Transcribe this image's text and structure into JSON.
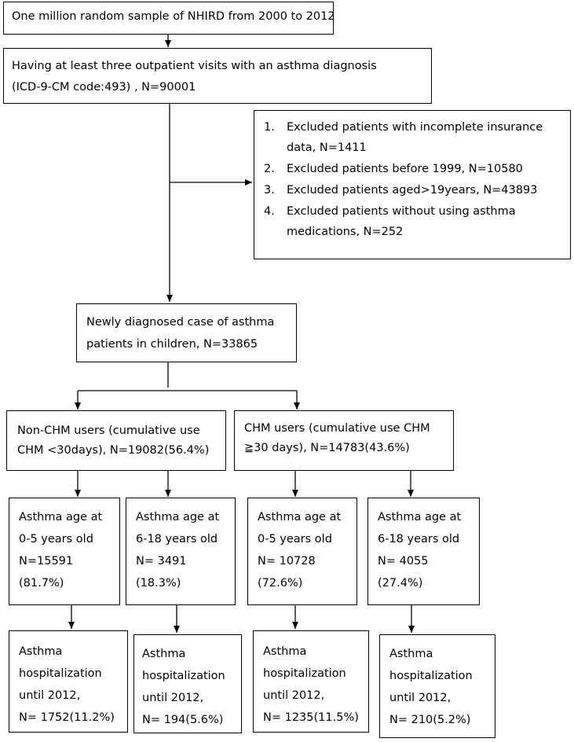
{
  "boxes": {
    "sample": {
      "lines": [
        "One million random sample of NHIRD from 2000 to 2012"
      ]
    },
    "asthma_dx": {
      "lines": [
        "Having at least three outpatient visits with an asthma diagnosis",
        "(ICD-9-CM code:493) , N=90001"
      ]
    },
    "exclusions": {
      "items": [
        {
          "num": "1.",
          "lines": [
            "Excluded patients with incomplete insurance",
            "data, N=1411"
          ]
        },
        {
          "num": "2.",
          "lines": [
            "Excluded patients before 1999, N=10580"
          ]
        },
        {
          "num": "3.",
          "lines": [
            "Excluded patients aged>19years, N=43893"
          ]
        },
        {
          "num": "4.",
          "lines": [
            "Excluded patients without using asthma",
            "medications, N=252"
          ]
        }
      ]
    },
    "new_cases": {
      "lines": [
        "Newly diagnosed case of asthma",
        "patients in children, N=33865"
      ]
    },
    "non_chm": {
      "lines": [
        "Non-CHM users (cumulative use",
        "CHM <30days), N=19082(56.4%)"
      ]
    },
    "chm": {
      "lines": [
        "CHM users (cumulative use CHM",
        "≧30 days), N=14783(43.6%)"
      ]
    },
    "age_a": {
      "lines": [
        "Asthma age at",
        "0-5 years old",
        "N=15591",
        "(81.7%)"
      ]
    },
    "age_b": {
      "lines": [
        "Asthma age at",
        "6-18 years old",
        "N= 3491",
        "(18.3%)"
      ]
    },
    "age_c": {
      "lines": [
        "Asthma age at",
        "0-5 years old",
        "N= 10728",
        "(72.6%)"
      ]
    },
    "age_d": {
      "lines": [
        "Asthma age at",
        "6-18 years old",
        "N= 4055",
        "(27.4%)"
      ]
    },
    "hosp_a": {
      "lines": [
        "Asthma",
        "hospitalization",
        "until 2012,",
        "N= 1752(11.2%)"
      ]
    },
    "hosp_b": {
      "lines": [
        "Asthma",
        "hospitalization",
        "until 2012,",
        "N= 194(5.6%)"
      ]
    },
    "hosp_c": {
      "lines": [
        "Asthma",
        "hospitalization",
        "until 2012,",
        "N= 1235(11.5%)"
      ]
    },
    "hosp_d": {
      "lines": [
        "Asthma",
        "hospitalization",
        "until 2012,",
        "N= 210(5.2%)"
      ]
    }
  }
}
